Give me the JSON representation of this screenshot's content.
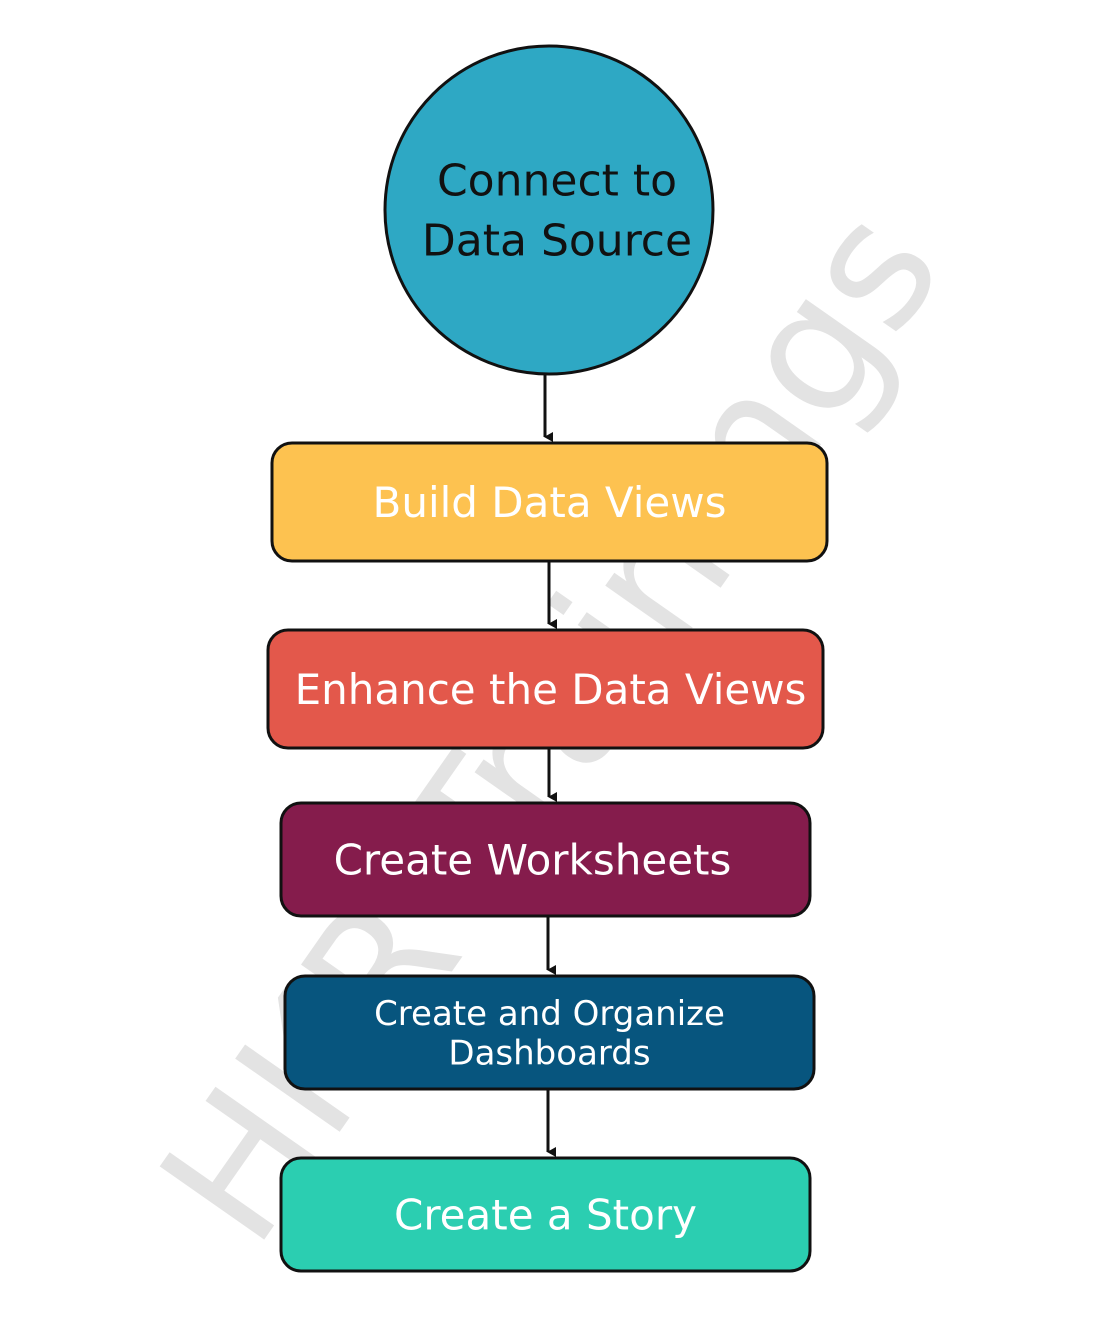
{
  "watermark": {
    "text": "HKR Trainings",
    "color": "#e3e3e3"
  },
  "colors": {
    "outline": "#111111",
    "arrow": "#111111"
  },
  "start_node": {
    "lines": [
      "Connect to",
      "Data Source"
    ],
    "fill": "#2ea8c4",
    "text_color": "#111111"
  },
  "steps": [
    {
      "lines": [
        "Build Data Views"
      ],
      "fill": "#fdc250",
      "text_color": "#ffffff"
    },
    {
      "lines": [
        "Enhance the Data Views"
      ],
      "fill": "#e3584b",
      "text_color": "#ffffff"
    },
    {
      "lines": [
        "Create Worksheets"
      ],
      "fill": "#851c4c",
      "text_color": "#ffffff"
    },
    {
      "lines": [
        "Create  and Organize",
        "Dashboards"
      ],
      "fill": "#07557e",
      "text_color": "#ffffff"
    },
    {
      "lines": [
        "Create a Story"
      ],
      "fill": "#2bceb1",
      "text_color": "#ffffff"
    }
  ]
}
